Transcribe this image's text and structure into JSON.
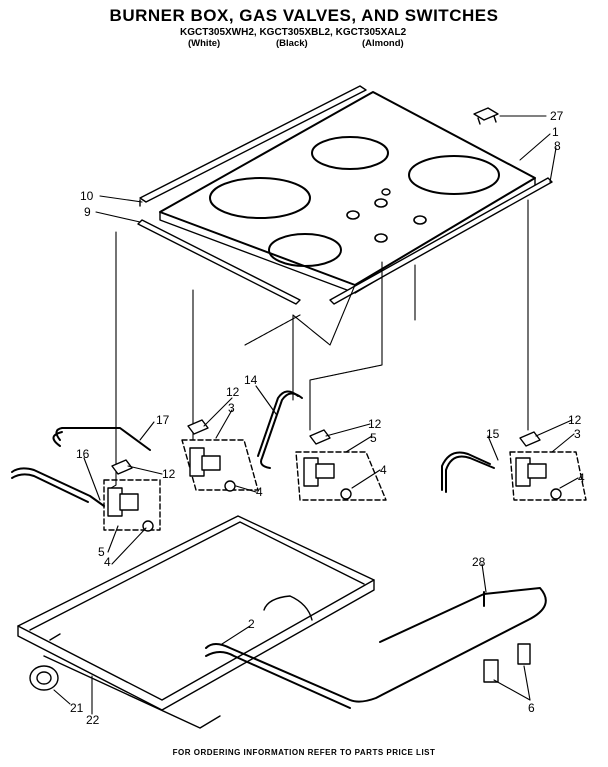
{
  "title": "BURNER BOX, GAS VALVES, AND SWITCHES",
  "models": "KGCT305XWH2, KGCT305XBL2, KGCT305XAL2",
  "variants": [
    "(White)",
    "(Black)",
    "(Almond)"
  ],
  "footer": "FOR ORDERING INFORMATION REFER TO PARTS PRICE LIST",
  "callouts": {
    "c27": "27",
    "c1": "1",
    "c8": "8",
    "c10": "10",
    "c9": "9",
    "c12a": "12",
    "c3a": "3",
    "c14": "14",
    "c12b": "12",
    "c5a": "5",
    "c17": "17",
    "c16": "16",
    "c12c": "12",
    "c4a": "4",
    "c4b": "4",
    "c12d": "12",
    "c3b": "3",
    "c15": "15",
    "c4c": "4",
    "c5b": "5",
    "c4d": "4",
    "c2": "2",
    "c28": "28",
    "c21": "21",
    "c22": "22",
    "c6": "6"
  }
}
